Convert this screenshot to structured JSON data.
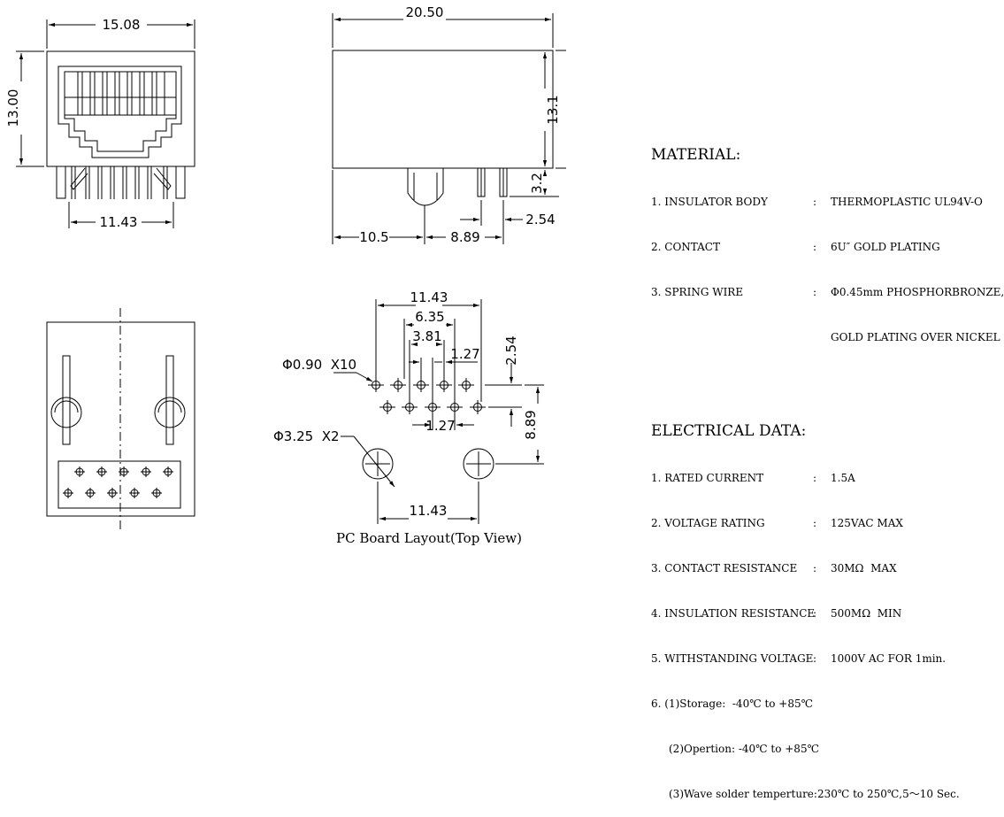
{
  "dims": {
    "front_width": "15.08",
    "front_height": "13.00",
    "front_pin_span": "11.43",
    "side_length": "20.50",
    "side_height": "13.1",
    "side_pin_length": "3.2",
    "side_pin_pitch": "2.54",
    "side_front_offset": "10.5",
    "side_pin_offset": "8.89",
    "pcb_outer_span": "11.43",
    "pcb_mid_span": "6.35",
    "pcb_inner_span": "3.81",
    "pcb_pitch_top": "1.27",
    "pcb_row_spacing": "2.54",
    "pcb_pitch_bottom": "1.27",
    "pcb_post_offset": "8.89",
    "pcb_post_span": "11.43",
    "pin_hole_callout": "Φ0.90  X10",
    "post_hole_callout": "Φ3.25  X2"
  },
  "caption": "PC Board Layout(Top View)",
  "material": {
    "heading": "MATERIAL:",
    "items": [
      {
        "label": "1. INSULATOR BODY",
        "value": "THERMOPLASTIC UL94V-O"
      },
      {
        "label": "2. CONTACT",
        "value": "6U″ GOLD PLATING"
      },
      {
        "label": "3. SPRING WIRE",
        "value": "Φ0.45mm PHOSPHORBRONZE,"
      }
    ],
    "continuation": "GOLD PLATING OVER NICKEL"
  },
  "electrical": {
    "heading": "ELECTRICAL DATA:",
    "items": [
      {
        "label": "1. RATED CURRENT",
        "value": "1.5A"
      },
      {
        "label": "2. VOLTAGE RATING",
        "value": "125VAC MAX"
      },
      {
        "label": "3. CONTACT RESISTANCE",
        "value": "30MΩ  MAX"
      },
      {
        "label": "4. INSULATION RESISTANCE",
        "value": "500MΩ  MIN"
      },
      {
        "label": "5. WITHSTANDING VOLTAGE",
        "value": "1000V AC FOR 1min."
      }
    ],
    "notes": [
      "6. (1)Storage:  -40℃ to +85℃",
      "(2)Opertion: -40℃ to +85℃",
      "(3)Wave solder temperture:230℃ to 250℃,5～10 Sec."
    ]
  }
}
